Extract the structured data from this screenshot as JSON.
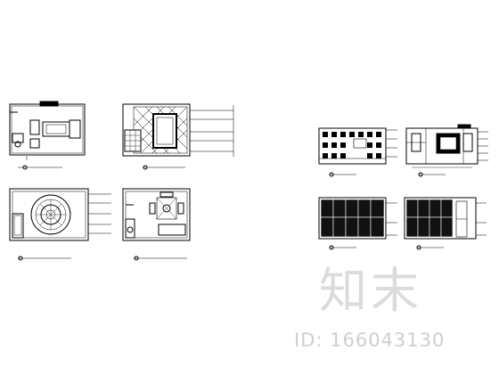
{
  "drawing": {
    "panels": [
      {
        "id": "plan-living",
        "kind": "floor-plan",
        "caption_text": ""
      },
      {
        "id": "ceiling-living",
        "kind": "ceiling-plan",
        "caption_text": ""
      },
      {
        "id": "plan-ceiling-round",
        "kind": "ceiling-plan",
        "caption_text": ""
      },
      {
        "id": "plan-dining",
        "kind": "floor-plan",
        "caption_text": ""
      },
      {
        "id": "elev-a",
        "kind": "elevation",
        "caption_text": ""
      },
      {
        "id": "elev-b",
        "kind": "elevation",
        "caption_text": ""
      },
      {
        "id": "elev-c",
        "kind": "elevation",
        "caption_text": ""
      },
      {
        "id": "elev-d",
        "kind": "elevation",
        "caption_text": ""
      }
    ],
    "line_color": "#000000"
  },
  "watermark": {
    "brand": "知末",
    "id_text": "ID: 166043130",
    "color": "#bdbdbd"
  }
}
